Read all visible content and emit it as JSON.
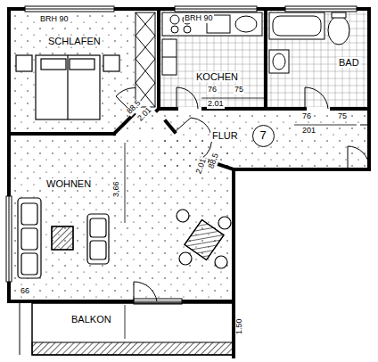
{
  "diagram": {
    "nodes": [
      {
        "text": [
          "SCHLAFEN"
        ]
      },
      {
        "text": [
          "KOCHEN"
        ]
      },
      {
        "text": [
          "BAD"
        ]
      },
      {
        "text": [
          "FLUR"
        ]
      },
      {
        "text": [
          "7"
        ],
        "in": 3
      },
      {
        "text": [
          "WOHNEN"
        ]
      },
      {
        "text": [
          "BALKON"
        ]
      }
    ],
    "labels": [
      "BRH 90",
      "BRH 90",
      "88,5",
      "2.01",
      "76",
      "2.01",
      "75",
      "88,5",
      "2.01",
      "3,66",
      "76",
      "201",
      "75",
      "1.50",
      "66"
    ]
  }
}
